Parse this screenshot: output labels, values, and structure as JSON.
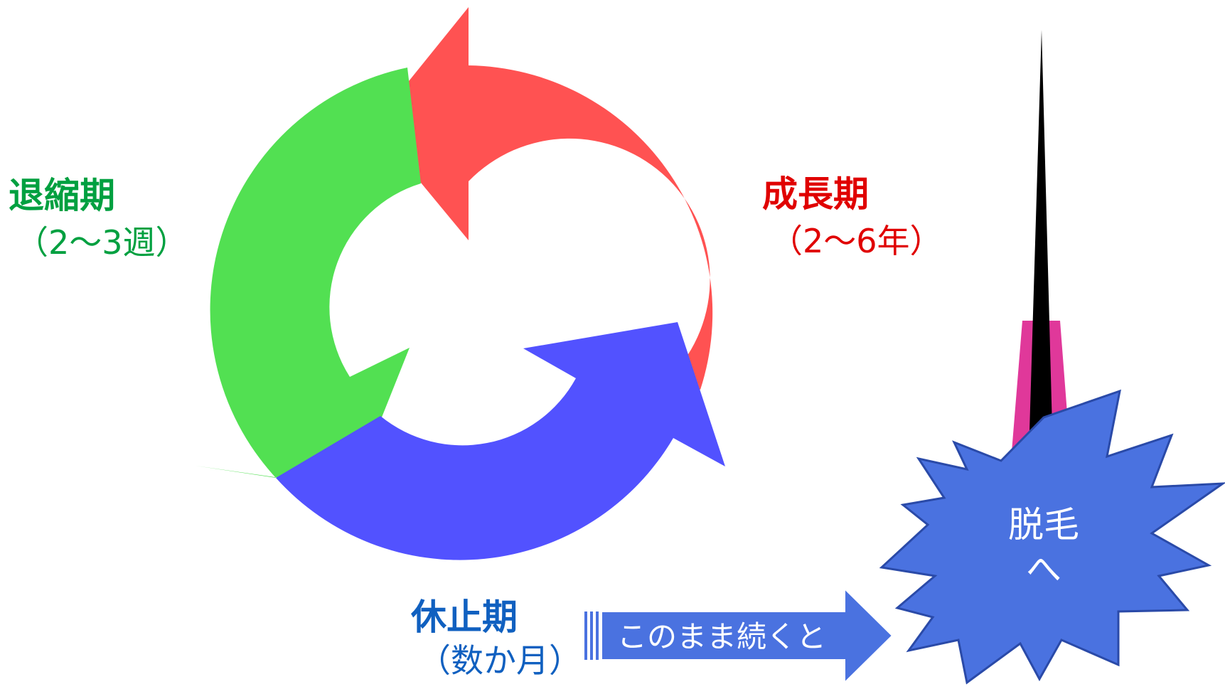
{
  "phases": {
    "growth": {
      "name": "成長期",
      "duration": "（2〜6年）",
      "color": "#ff5252",
      "text_color": "#e00000"
    },
    "catagen": {
      "name": "退縮期",
      "duration": "（2〜3週）",
      "color": "#52e052",
      "text_color": "#00a040"
    },
    "telogen": {
      "name": "休止期",
      "duration": "（数か月）",
      "color": "#5252ff",
      "text_color": "#1060c0"
    }
  },
  "continue_arrow": {
    "label": "このまま続くと",
    "color": "#4a72e0"
  },
  "hair_loss": {
    "line1": "脱毛",
    "line2": "へ",
    "color": "#4a72e0",
    "hair_color": "#000000",
    "root_color": "#e0389a"
  }
}
